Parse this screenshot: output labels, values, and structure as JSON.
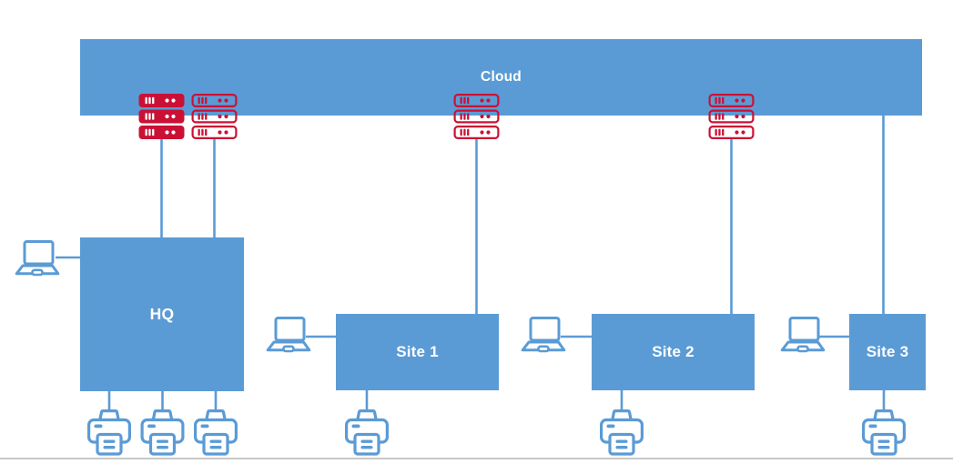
{
  "diagram": {
    "type": "cloud-network-diagram",
    "cloud": {
      "label": "Cloud"
    },
    "hq": {
      "label": "HQ"
    },
    "sites": [
      {
        "label": "Site 1"
      },
      {
        "label": "Site 2"
      },
      {
        "label": "Site 3"
      }
    ],
    "icons": {
      "server_stacks": [
        {
          "name": "server-stack-icon",
          "style": "solid-red",
          "units": 3,
          "linked_to": "HQ"
        },
        {
          "name": "server-stack-icon",
          "style": "outline-red",
          "units": 3,
          "linked_to": "HQ"
        },
        {
          "name": "server-stack-icon",
          "style": "outline-red",
          "units": 3,
          "linked_to": "Site 1"
        },
        {
          "name": "server-stack-icon",
          "style": "outline-red",
          "units": 3,
          "linked_to": "Site 2"
        }
      ],
      "laptops": [
        {
          "name": "laptop-icon",
          "linked_to": "HQ"
        },
        {
          "name": "laptop-icon",
          "linked_to": "Site 1"
        },
        {
          "name": "laptop-icon",
          "linked_to": "Site 2"
        },
        {
          "name": "laptop-icon",
          "linked_to": "Site 3"
        }
      ],
      "printers": [
        {
          "name": "printer-icon",
          "linked_to": "HQ"
        },
        {
          "name": "printer-icon",
          "linked_to": "HQ"
        },
        {
          "name": "printer-icon",
          "linked_to": "HQ"
        },
        {
          "name": "printer-icon",
          "linked_to": "Site 1"
        },
        {
          "name": "printer-icon",
          "linked_to": "Site 2"
        },
        {
          "name": "printer-icon",
          "linked_to": "Site 3"
        }
      ]
    },
    "colors": {
      "node_blue": "#5b9bd5",
      "connector_blue": "#5b9bd5",
      "server_red": "#ca1135",
      "label_white": "#ffffff",
      "baseline_gray": "#c7c7c7"
    }
  }
}
